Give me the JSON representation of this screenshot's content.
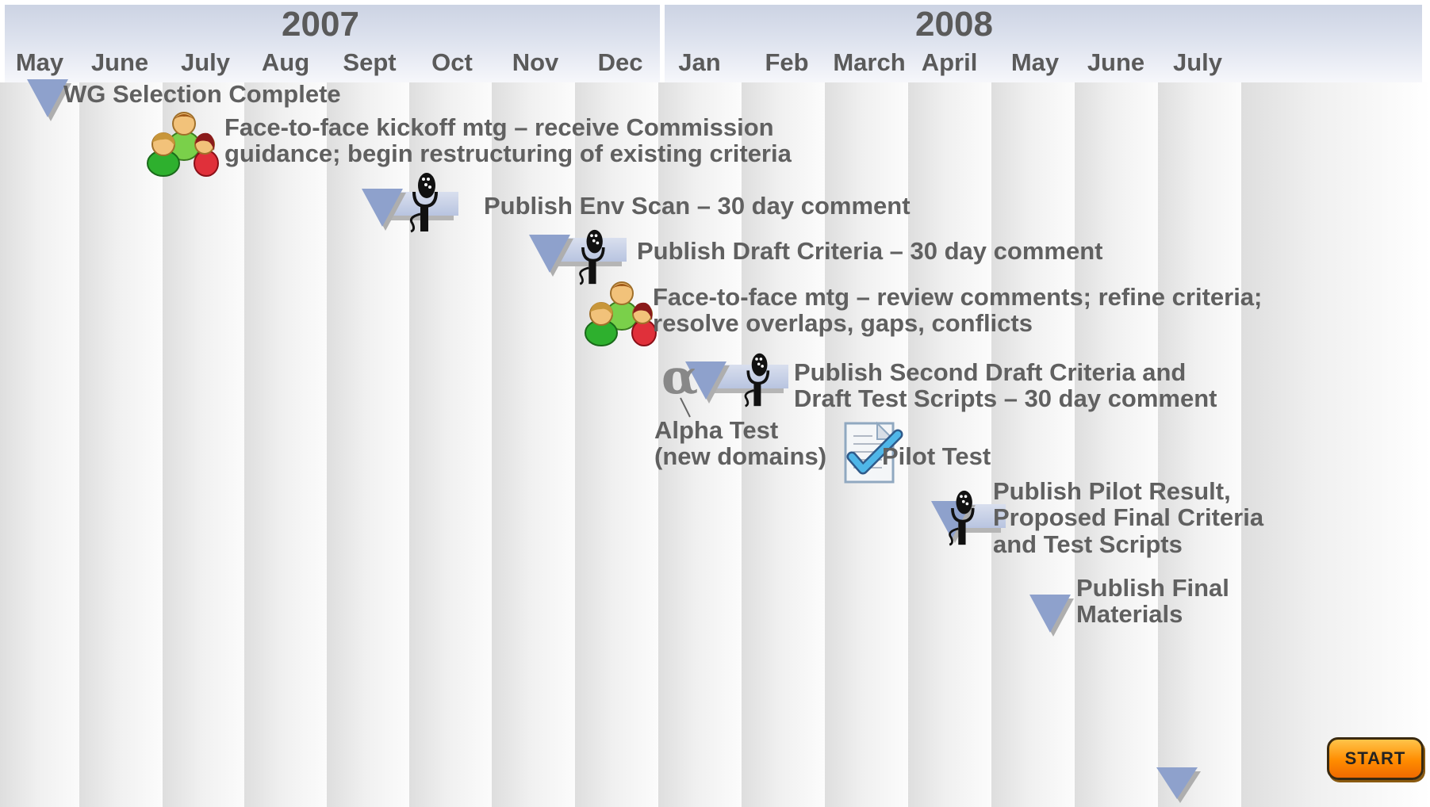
{
  "years": [
    "2007",
    "2008"
  ],
  "months_2007": [
    "May",
    "June",
    "July",
    "Aug",
    "Sept",
    "Oct",
    "Nov",
    "Dec"
  ],
  "months_2008": [
    "Jan",
    "Feb",
    "March",
    "April",
    "May",
    "June",
    "July"
  ],
  "milestones": [
    {
      "line1": "WG Selection Complete",
      "icon": "triangle-marker"
    },
    {
      "line1": "Face-to-face kickoff mtg – receive Commission",
      "line2": "guidance; begin restructuring of existing criteria",
      "icon": "people-meeting-icon"
    },
    {
      "line1": "Publish Env Scan – 30 day comment",
      "icon": "microphone-icon"
    },
    {
      "line1": "Publish Draft Criteria – 30 day comment",
      "icon": "microphone-icon"
    },
    {
      "line1": "Face-to-face mtg – review comments; refine criteria;",
      "line2": "resolve overlaps, gaps, conflicts",
      "icon": "people-meeting-icon"
    },
    {
      "line1": "Publish Second Draft Criteria and",
      "line2": "Draft Test Scripts – 30 day comment",
      "icon": "microphone-icon"
    },
    {
      "line1": "Alpha Test",
      "line2": "(new domains)",
      "symbol": "α"
    },
    {
      "line1": "Pilot Test",
      "icon": "checklist-icon"
    },
    {
      "line1": "Publish Pilot Result,",
      "line2": "Proposed Final Criteria",
      "line3": "and Test Scripts",
      "icon": "microphone-icon"
    },
    {
      "line1": "Publish Final",
      "line2": "Materials",
      "icon": "triangle-marker"
    }
  ],
  "start_button": "START",
  "colors": {
    "marker": "#8ea1cc",
    "bar": "#c3cce4",
    "text": "#606060",
    "start": "#ff9a1a"
  }
}
